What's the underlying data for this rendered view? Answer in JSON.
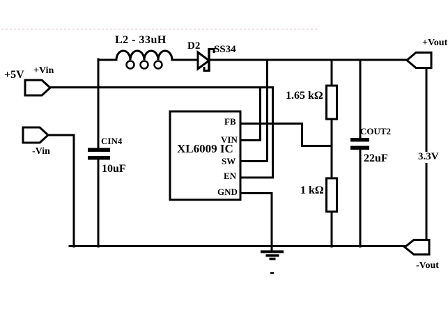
{
  "schematic": {
    "input": {
      "rail_label": "+5V",
      "pos_terminal": "+Vin",
      "neg_terminal": "-Vin"
    },
    "inductor": {
      "label": "L2 - 33uH"
    },
    "diode": {
      "ref": "D2",
      "part": "SS34"
    },
    "input_capacitor": {
      "ref": "CIN4",
      "value": "10uF"
    },
    "ic": {
      "label": "XL6009 IC",
      "pins": {
        "fb": "FB",
        "vin": "VIN",
        "sw": "SW",
        "en": "EN",
        "gnd": "GND"
      }
    },
    "feedback": {
      "r_top": "1.65 kΩ",
      "r_bottom": "1 kΩ"
    },
    "output_capacitor": {
      "ref": "COUT2",
      "value": "22uF"
    },
    "output": {
      "pos_terminal": "+Vout",
      "neg_terminal": "-Vout",
      "voltage": "3.3V"
    }
  }
}
